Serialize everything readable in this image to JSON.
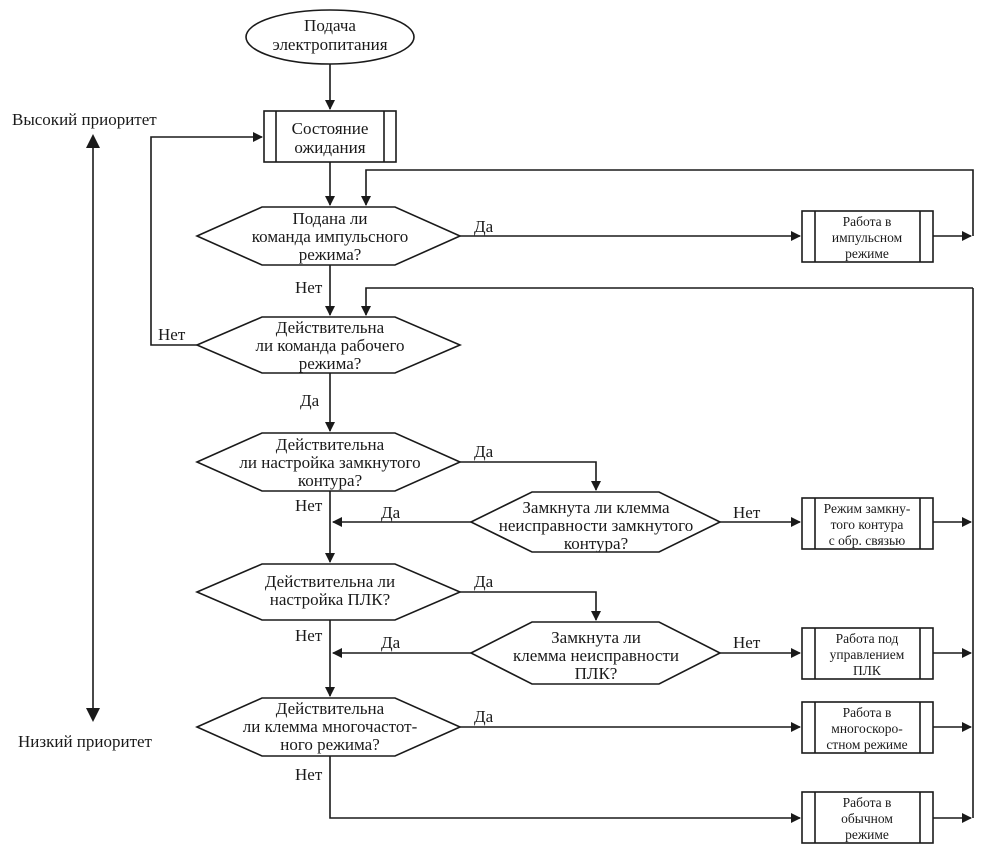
{
  "colors": {
    "line": "#1a1a1a",
    "background": "#ffffff"
  },
  "priority": {
    "high": "Высокий приоритет",
    "low": "Низкий приоритет"
  },
  "start": {
    "lines": [
      "Подача",
      "электропитания"
    ]
  },
  "standby": {
    "lines": [
      "Состояние",
      "ожидания"
    ]
  },
  "decisions": {
    "jog": {
      "lines": [
        "Подана ли",
        "команда импульсного",
        "режима?"
      ]
    },
    "run": {
      "lines": [
        "Действительна",
        "ли команда рабочего",
        "режима?"
      ]
    },
    "closed_loop": {
      "lines": [
        "Действительна",
        "ли настройка замкнутого",
        "контура?"
      ]
    },
    "closed_loop_fault": {
      "lines": [
        "Замкнута ли клемма",
        "неисправности замкнутого",
        "контура?"
      ]
    },
    "plc": {
      "lines": [
        "Действительна ли",
        "настройка ПЛК?"
      ]
    },
    "plc_fault": {
      "lines": [
        "Замкнута ли",
        "клемма неисправности",
        "ПЛК?"
      ]
    },
    "multispeed": {
      "lines": [
        "Действительна",
        "ли клемма многочастот-",
        "ного режима?"
      ]
    }
  },
  "processes": {
    "jog": {
      "lines": [
        "Работа в",
        "импульсном",
        "режиме"
      ]
    },
    "closed_loop": {
      "lines": [
        "Режим замкну-",
        "того контура",
        "с обр. связью"
      ]
    },
    "plc": {
      "lines": [
        "Работа под",
        "управлением",
        "ПЛК"
      ]
    },
    "multispeed": {
      "lines": [
        "Работа в",
        "многоскоро-",
        "стном режиме"
      ]
    },
    "normal": {
      "lines": [
        "Работа в",
        "обычном",
        "режиме"
      ]
    }
  },
  "edge_labels": {
    "yes": "Да",
    "no": "Нет"
  }
}
